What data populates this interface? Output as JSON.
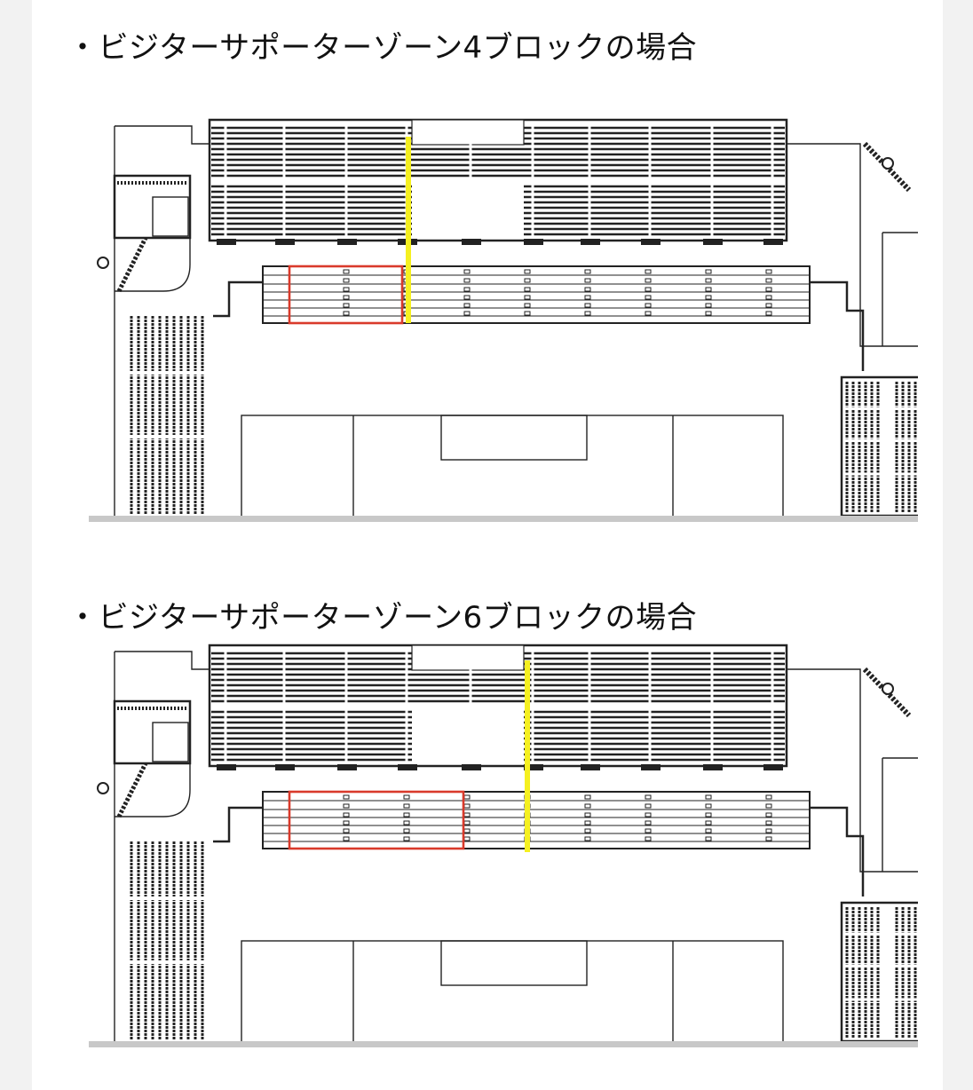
{
  "sections": [
    {
      "heading": "・ビジターサポーターゾーン4ブロックの場合",
      "visitor_blocks": 4
    },
    {
      "heading": "・ビジターサポーターゾーン6ブロックの場合",
      "visitor_blocks": 6
    }
  ],
  "colors": {
    "visitor_zone_outline": "#d93a2b",
    "boundary_line": "#f5f020",
    "lines": "#222222",
    "floor_band": "#c8c8c8"
  },
  "icons": [
    "camera-icon"
  ]
}
